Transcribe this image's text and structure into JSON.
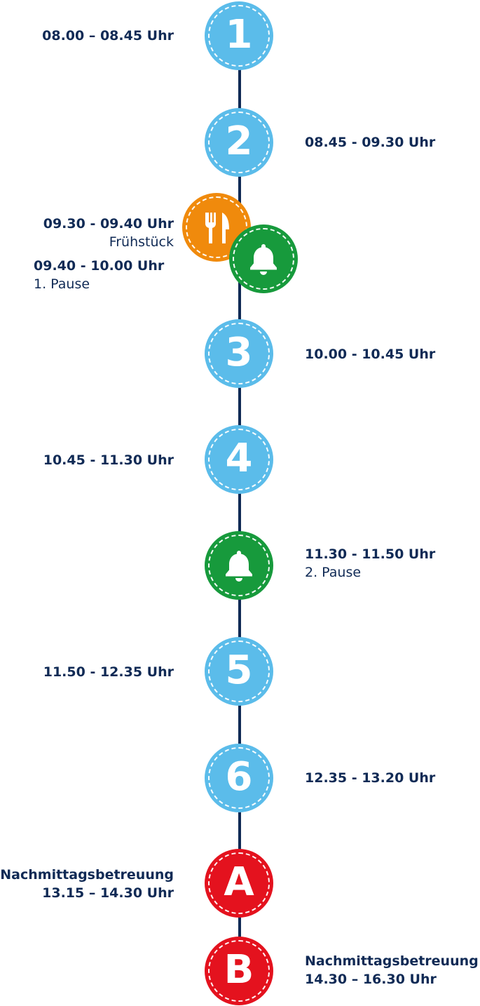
{
  "nodes": {
    "n1": "1",
    "n2": "2",
    "n3": "3",
    "n4": "4",
    "n5": "5",
    "n6": "6",
    "nA": "A",
    "nB": "B"
  },
  "labels": {
    "l1": "08.00 – 08.45 Uhr",
    "l2": "08.45 - 09.30 Uhr",
    "fruehstueck_time": "09.30 - 09.40 Uhr",
    "fruehstueck_name": "Frühstück",
    "pause1_time": "09.40 - 10.00 Uhr",
    "pause1_name": "1. Pause",
    "l3": "10.00 - 10.45 Uhr",
    "l4": "10.45 - 11.30 Uhr",
    "pause2_time": "11.30 - 11.50 Uhr",
    "pause2_name": "2. Pause",
    "l5": "11.50 - 12.35 Uhr",
    "l6": "12.35 - 13.20 Uhr",
    "a_name": "Nachmittagsbetreuung",
    "a_time": "13.15 – 14.30 Uhr",
    "b_name": "Nachmittagsbetreuung",
    "b_time": "14.30 – 16.30 Uhr"
  },
  "icons": {
    "breakfast": "fork-knife-icon",
    "pause": "bell-icon"
  },
  "colors": {
    "lesson": "#5bbcea",
    "pause": "#179a3c",
    "breakfast": "#f08a0c",
    "afternoon": "#e4121e",
    "text": "#102a55"
  }
}
